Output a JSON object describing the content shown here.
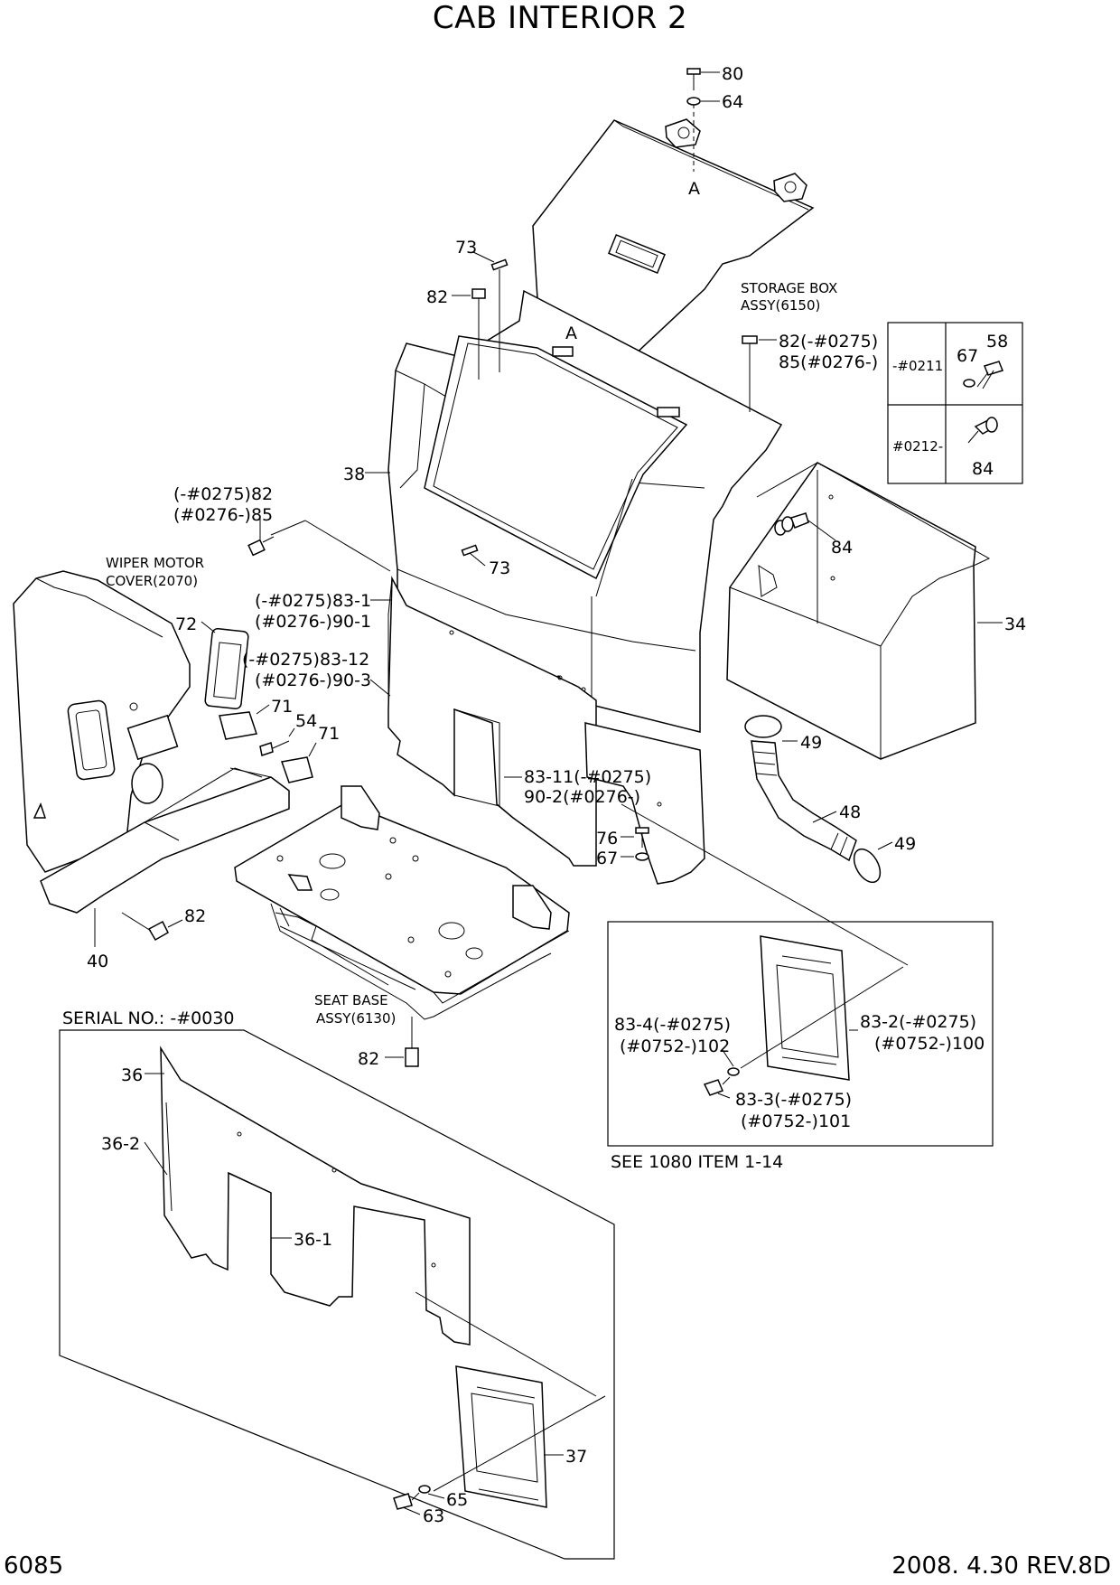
{
  "title": "CAB INTERIOR 2",
  "footer": {
    "page_number": "6085",
    "revision": "2008. 4.30 REV.8D"
  },
  "callouts": {
    "c80": "80",
    "c64": "64",
    "a_top": "A",
    "a_mid": "A",
    "c73_top": "73",
    "c82_top": "82",
    "storage_box_1": "STORAGE BOX",
    "storage_box_2": "ASSY(6150)",
    "c82_right_1": "82(-#0275)",
    "c82_right_2": "85(#0276-)",
    "c38": "38",
    "c82_left_1": "(-#0275)82",
    "c82_left_2": "(#0276-)85",
    "c73_mid": "73",
    "c84_mid": "84",
    "c34": "34",
    "wiper_1": "WIPER MOTOR",
    "wiper_2": "COVER(2070)",
    "c72": "72",
    "c83_1_a": "(-#0275)83-1",
    "c83_1_b": "(#0276-)90-1",
    "c83_12_a": "(-#0275)83-12",
    "c83_12_b": "(#0276-)90-3",
    "c71_a": "71",
    "c54": "54",
    "c71_b": "71",
    "c83_11_a": "83-11(-#0275)",
    "c83_11_b": "90-2(#0276-)",
    "c49_a": "49",
    "c48": "48",
    "c49_b": "49",
    "c76": "76",
    "c67_mid": "67",
    "c82_bottom_left": "82",
    "c40": "40",
    "seat_base_1": "SEAT BASE",
    "seat_base_2": "ASSY(6130)",
    "c82_bottom": "82",
    "serial_no": "SERIAL NO.: -#0030",
    "c36": "36",
    "c36_2": "36-2",
    "c36_1": "36-1",
    "c37": "37",
    "c65": "65",
    "c63": "63",
    "c83_4_a": "83-4(-#0275)",
    "c83_4_b": "(#0752-)102",
    "c83_2_a": "83-2(-#0275)",
    "c83_2_b": "(#0752-)100",
    "c83_3_a": "83-3(-#0275)",
    "c83_3_b": "(#0752-)101",
    "see_1080": "SEE 1080 ITEM 1-14"
  },
  "inset_table": {
    "row1_label": "-#0211",
    "row2_label": "#0212-",
    "c67": "67",
    "c58": "58",
    "c84": "84"
  }
}
